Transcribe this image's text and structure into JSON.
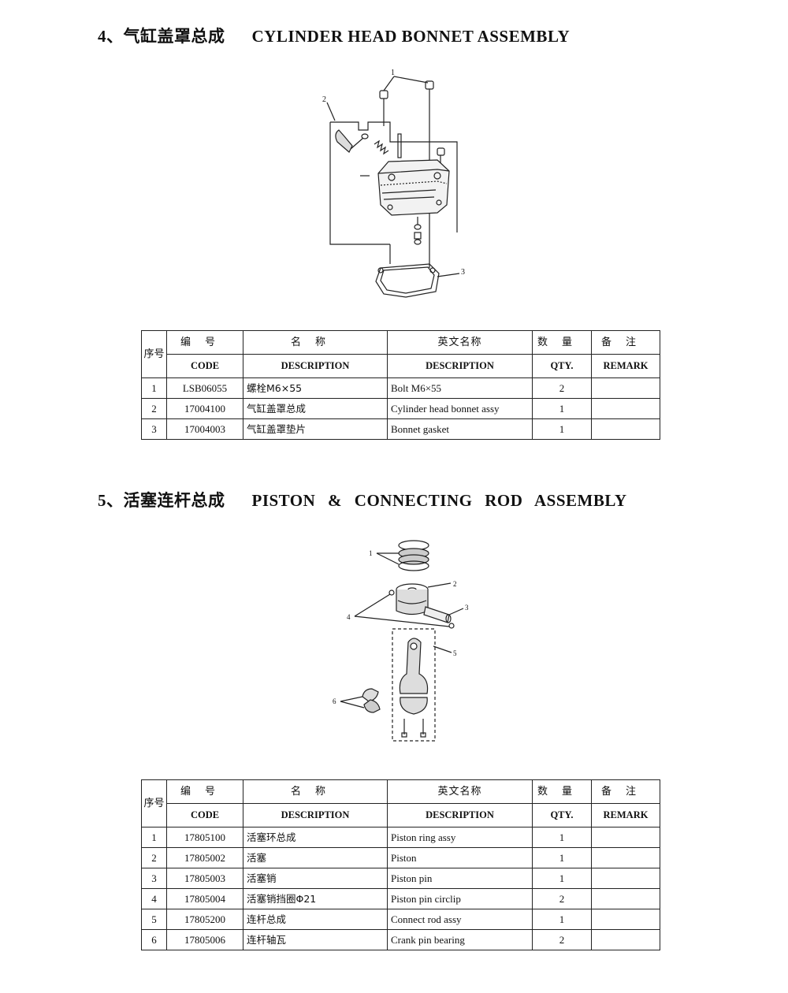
{
  "sections": [
    {
      "number": "4、",
      "title_cn": "气缸盖罩总成",
      "title_en": "CYLINDER HEAD BONNET ASSEMBLY",
      "callouts": [
        "1",
        "2",
        "3"
      ],
      "rows": [
        {
          "no": "1",
          "code": "LSB06055",
          "desc_cn": "螺栓M6×55",
          "desc_en": "Bolt M6×55",
          "qty": "2",
          "remark": ""
        },
        {
          "no": "2",
          "code": "17004100",
          "desc_cn": "气缸盖罩总成",
          "desc_en": "Cylinder head bonnet assy",
          "qty": "1",
          "remark": ""
        },
        {
          "no": "3",
          "code": "17004003",
          "desc_cn": "气缸盖罩垫片",
          "desc_en": "Bonnet gasket",
          "qty": "1",
          "remark": ""
        }
      ]
    },
    {
      "number": "5、",
      "title_cn": "活塞连杆总成",
      "title_en": "PISTON & CONNECTING ROD ASSEMBLY",
      "callouts": [
        "1",
        "2",
        "3",
        "4",
        "5",
        "6"
      ],
      "rows": [
        {
          "no": "1",
          "code": "17805100",
          "desc_cn": "活塞环总成",
          "desc_en": "Piston ring assy",
          "qty": "1",
          "remark": ""
        },
        {
          "no": "2",
          "code": "17805002",
          "desc_cn": "活塞",
          "desc_en": "Piston",
          "qty": "1",
          "remark": ""
        },
        {
          "no": "3",
          "code": "17805003",
          "desc_cn": "活塞销",
          "desc_en": "Piston pin",
          "qty": "1",
          "remark": ""
        },
        {
          "no": "4",
          "code": "17805004",
          "desc_cn": "活塞销挡圈Φ21",
          "desc_en": "Piston pin circlip",
          "qty": "2",
          "remark": ""
        },
        {
          "no": "5",
          "code": "17805200",
          "desc_cn": "连杆总成",
          "desc_en": "Connect rod assy",
          "qty": "1",
          "remark": ""
        },
        {
          "no": "6",
          "code": "17805006",
          "desc_cn": "连杆轴瓦",
          "desc_en": "Crank pin bearing",
          "qty": "2",
          "remark": ""
        }
      ]
    }
  ],
  "table_header": {
    "no_cn": "序号",
    "code_cn": "编号",
    "code_en": "CODE",
    "desc_cn": "名称",
    "desc_cn_en": "DESCRIPTION",
    "desc_en_cn": "英文名称",
    "desc_en_en": "DESCRIPTION",
    "qty_cn": "数量",
    "qty_en": "QTY.",
    "remark_cn": "备注",
    "remark_en": "REMARK"
  }
}
